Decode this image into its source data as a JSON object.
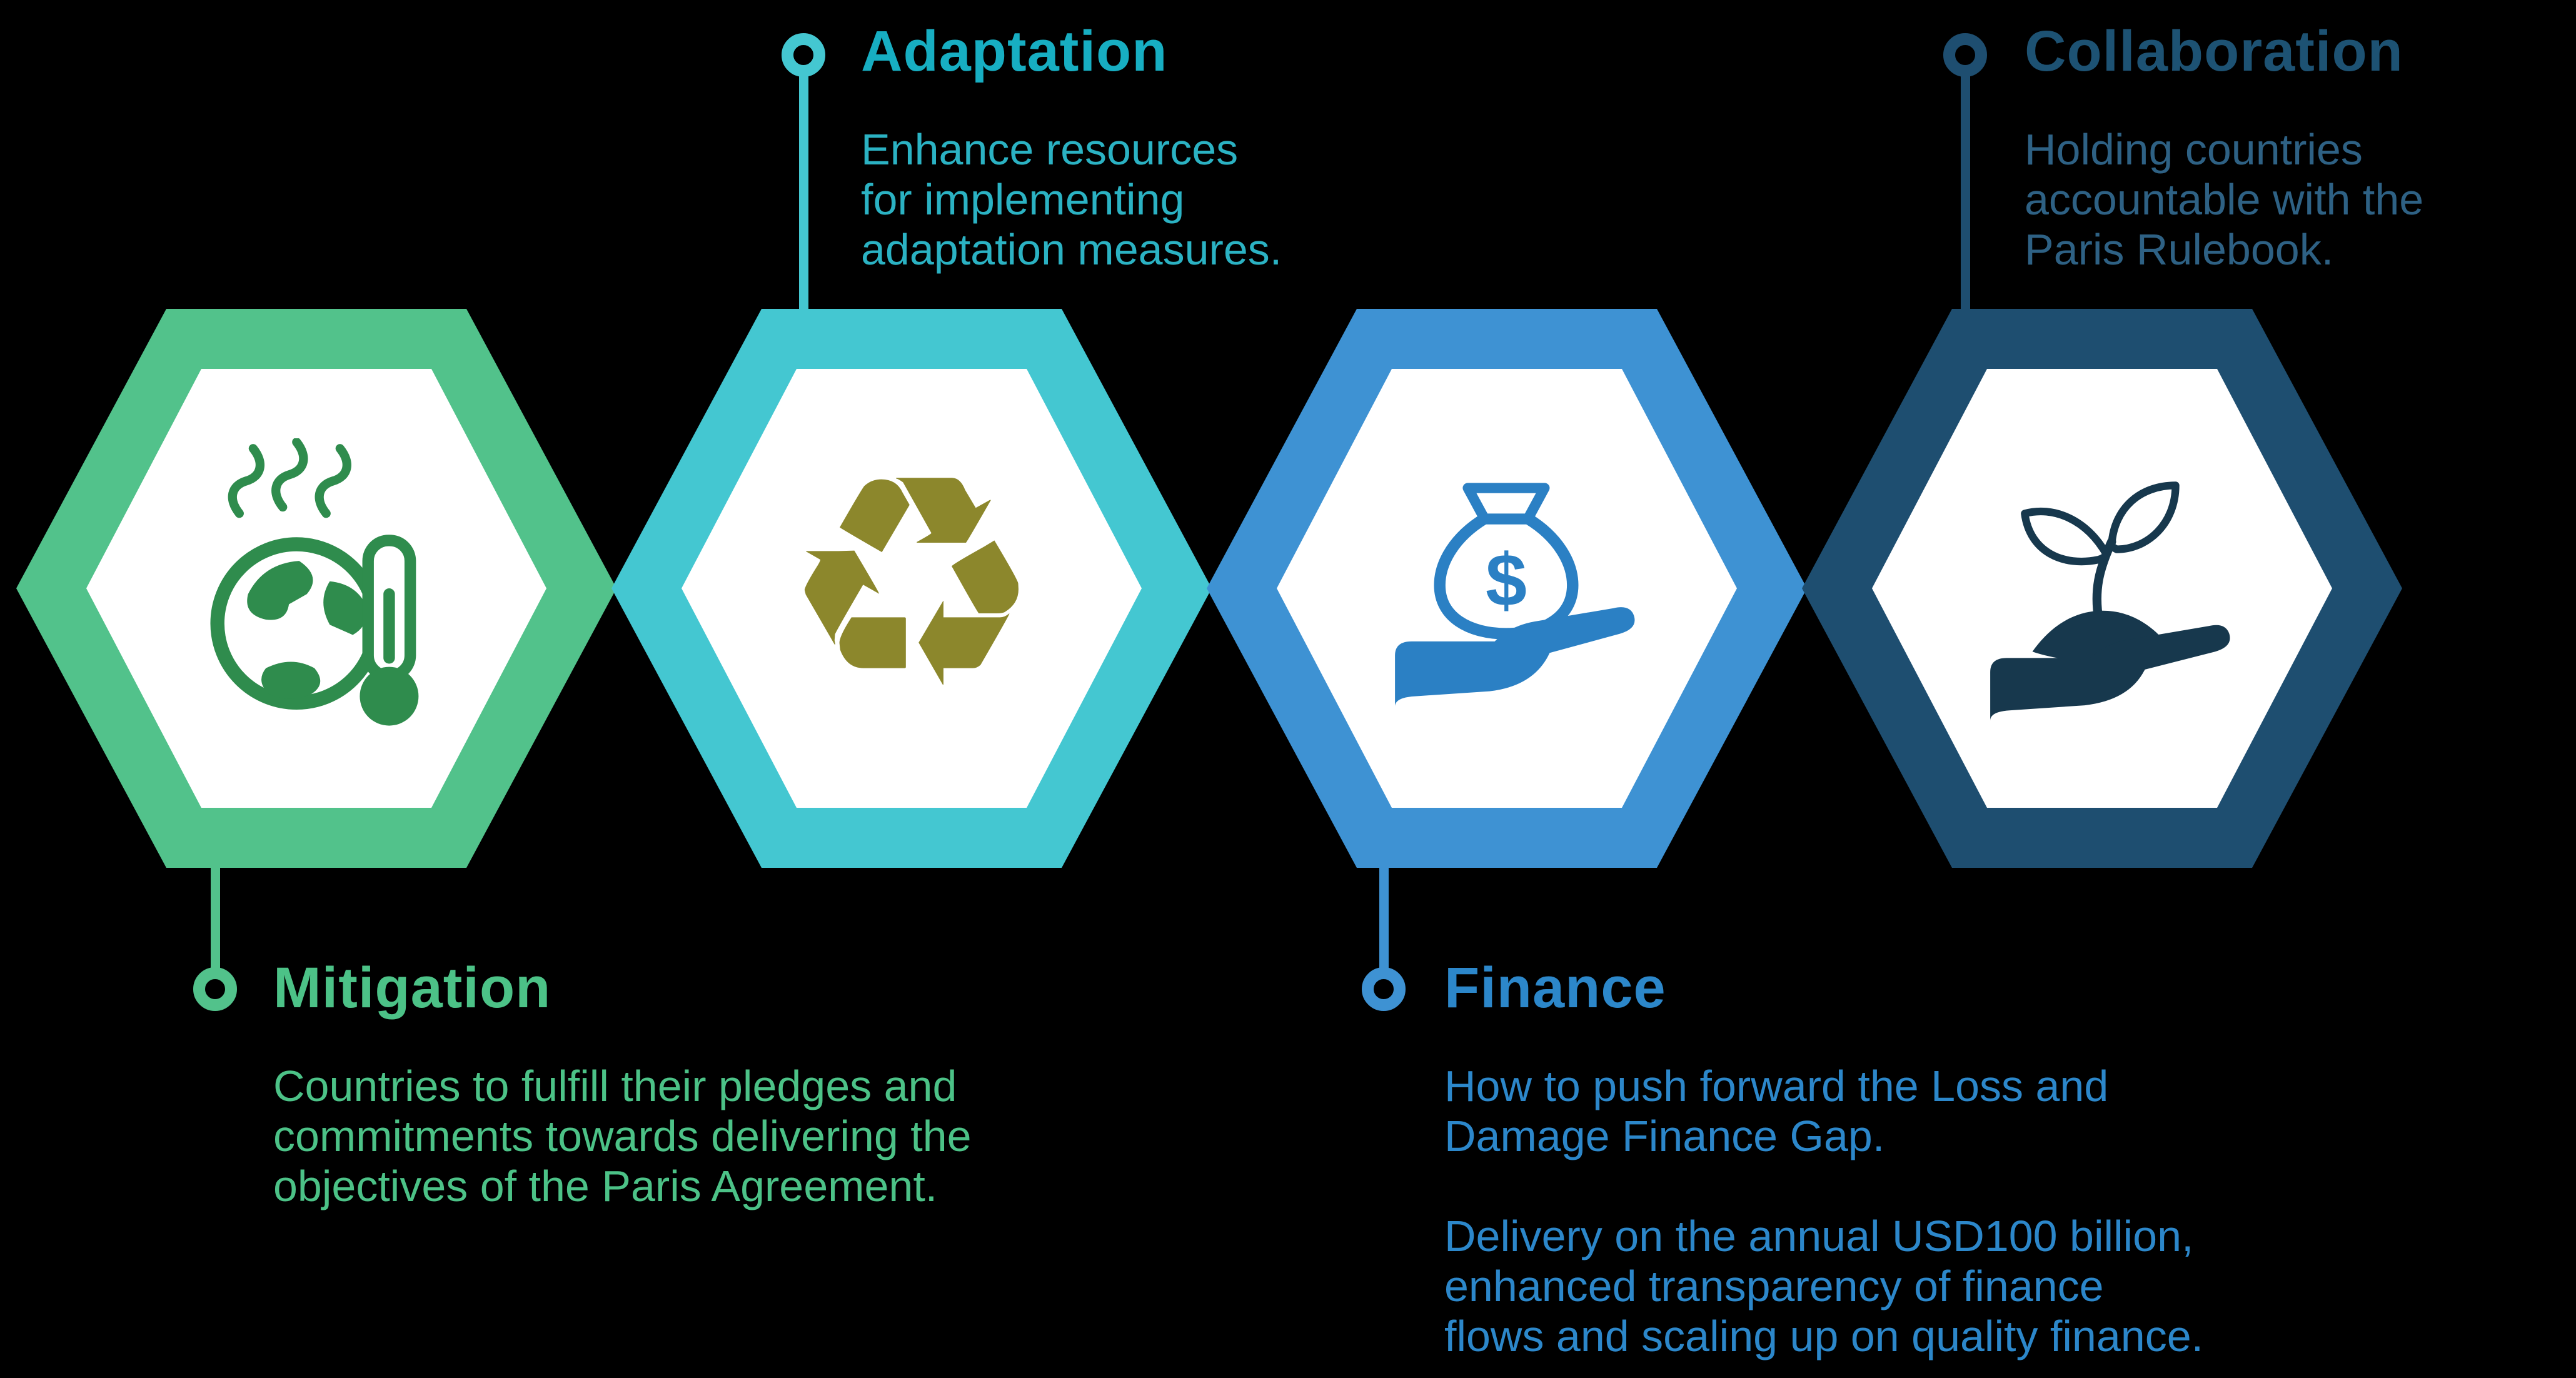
{
  "background_color": "#000000",
  "items": [
    {
      "id": "mitigation",
      "title": "Mitigation",
      "description": "Countries to fulfill their pledges and\ncommitments towards delivering the\nobjectives of the Paris Agreement.",
      "hex_color": "#52C28B",
      "title_color": "#4CC287",
      "text_color": "#4CC287",
      "icon": "globe-thermometer-icon",
      "icon_color": "#2F8C4D",
      "label_position": "below"
    },
    {
      "id": "adaptation",
      "title": "Adaptation",
      "description": "Enhance resources\nfor implementing\nadaptation measures.",
      "hex_color": "#44C7D1",
      "title_color": "#17AEC2",
      "text_color": "#2BB2C3",
      "icon": "recycle-icon",
      "icon_glyph": "♻",
      "icon_color": "#8C872C",
      "label_position": "above"
    },
    {
      "id": "finance",
      "title": "Finance",
      "description": "How to push forward the Loss and\nDamage Finance Gap.\n\nDelivery on the annual USD100 billion,\nenhanced transparency of finance\nflows and scaling up on quality finance.",
      "hex_color": "#3E92D3",
      "title_color": "#2C87CA",
      "text_color": "#2C87CA",
      "icon": "money-bag-hand-icon",
      "icon_color": "#2B80C4",
      "currency_symbol": "$",
      "label_position": "below"
    },
    {
      "id": "collaboration",
      "title": "Collaboration",
      "description": "Holding countries\naccountable with the\nParis Rulebook.",
      "hex_color": "#1E4E70",
      "title_color": "#1D5273",
      "text_color": "#2E6184",
      "icon": "sprout-hand-icon",
      "icon_color": "#17384D",
      "label_position": "above"
    }
  ]
}
